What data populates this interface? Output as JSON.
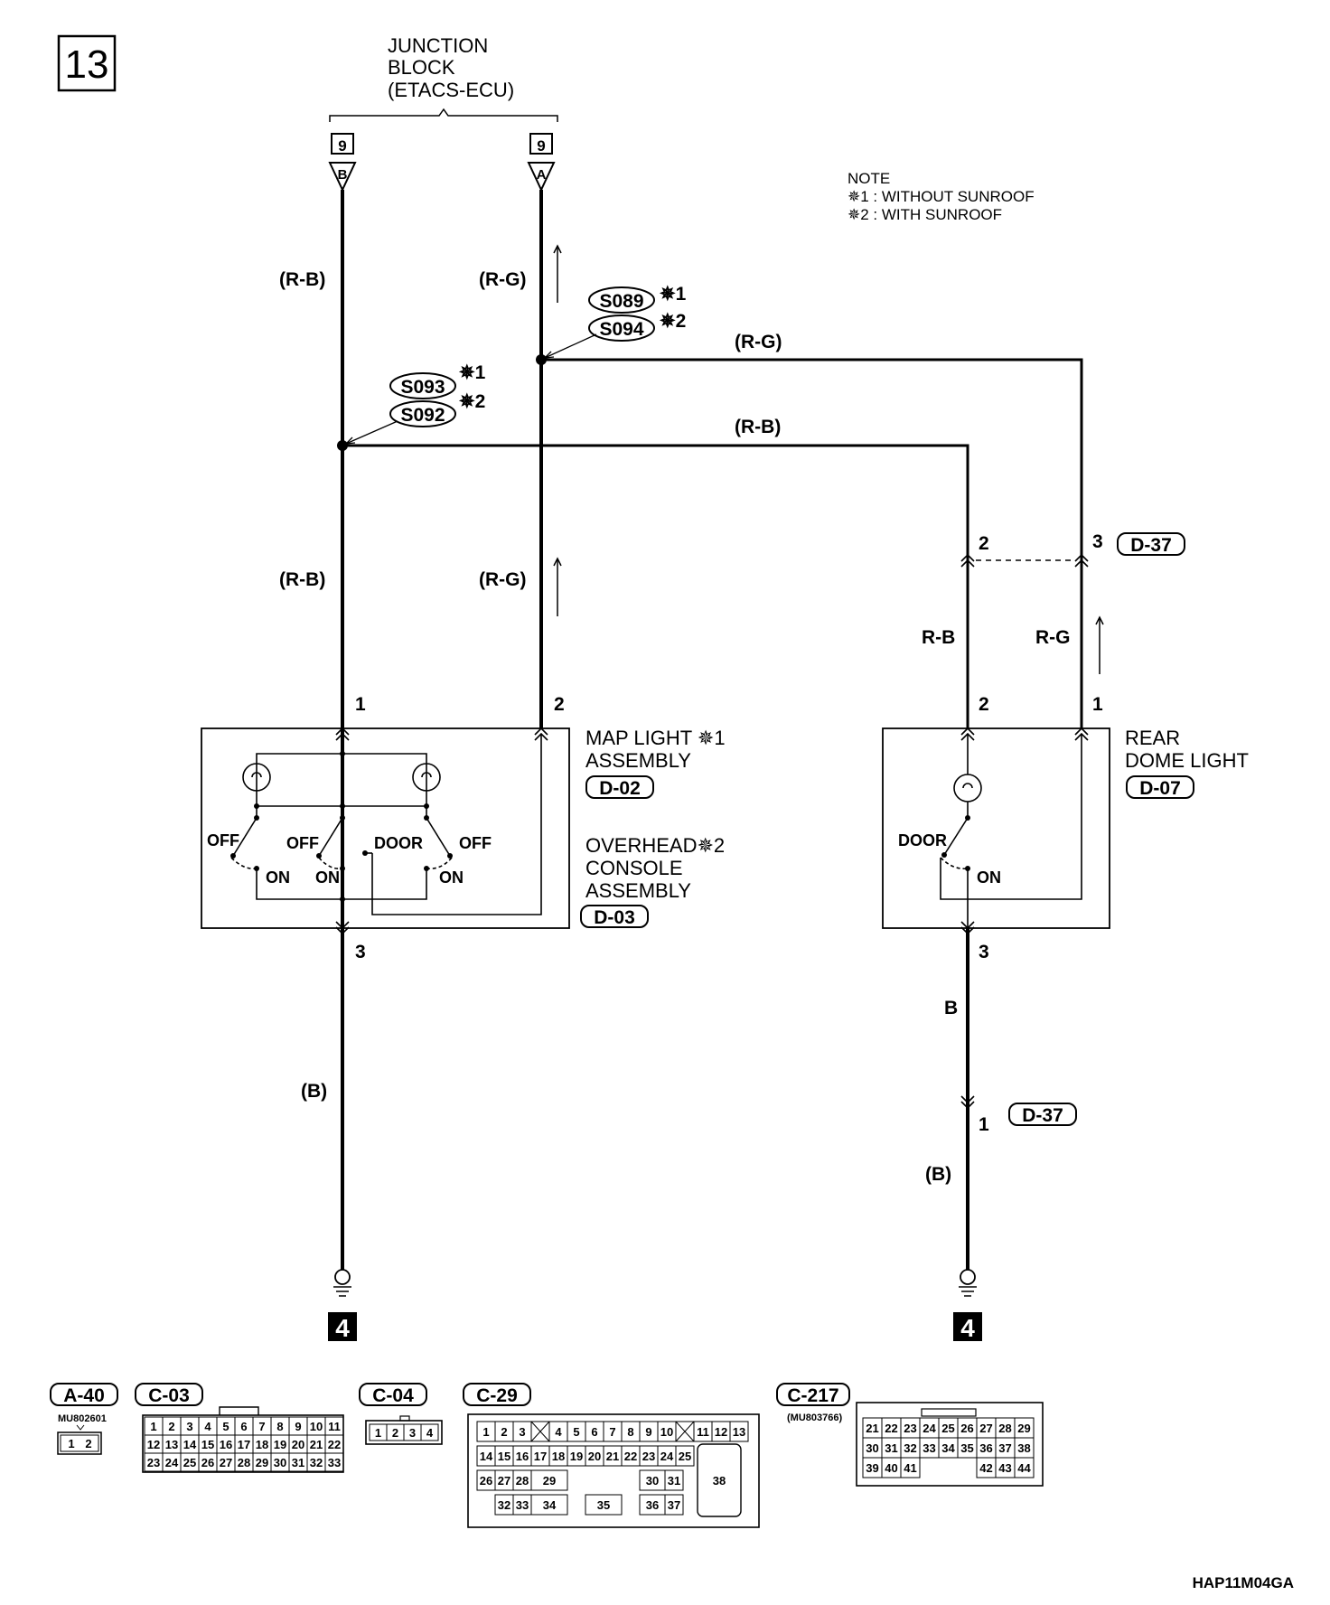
{
  "page_number": "13",
  "junction_block": {
    "line1": "JUNCTION",
    "line2": "BLOCK",
    "line3": "(ETACS-ECU)"
  },
  "jb_terminals": [
    {
      "number": "9",
      "letter": "B"
    },
    {
      "number": "9",
      "letter": "A"
    }
  ],
  "note": {
    "title": "NOTE",
    "n1": "✵1 : WITHOUT SUNROOF",
    "n2": "✵2 : WITH SUNROOF"
  },
  "splices": {
    "s089": "S089",
    "s094": "S094",
    "s093": "S093",
    "s092": "S092",
    "star1": "✵1",
    "star2": "✵2"
  },
  "wires": {
    "rb_paren": "(R-B)",
    "rg_paren": "(R-G)",
    "rb": "R-B",
    "rg": "R-G",
    "b": "B",
    "b_paren": "(B)"
  },
  "pins": {
    "p1": "1",
    "p2": "2",
    "p3": "3"
  },
  "map_light": {
    "line1": "MAP LIGHT ✵1",
    "line2": "ASSEMBLY",
    "conn": "D-02",
    "alt1": "OVERHEAD✵2",
    "alt2": "CONSOLE",
    "alt3": "ASSEMBLY",
    "alt_conn": "D-03"
  },
  "rear_dome": {
    "line1": "REAR",
    "line2": "DOME LIGHT",
    "conn": "D-07"
  },
  "d37": "D-37",
  "switch_labels": {
    "off": "OFF",
    "on": "ON",
    "door": "DOOR"
  },
  "ground_ref": "4",
  "connectors": {
    "a40": {
      "name": "A-40",
      "part": "MU802601",
      "pins": [
        "1",
        "2"
      ]
    },
    "c03": {
      "name": "C-03",
      "rows": [
        [
          "1",
          "2",
          "3",
          "4",
          "5",
          "6",
          "7",
          "8",
          "9",
          "10",
          "11"
        ],
        [
          "12",
          "13",
          "14",
          "15",
          "16",
          "17",
          "18",
          "19",
          "20",
          "21",
          "22"
        ],
        [
          "23",
          "24",
          "25",
          "26",
          "27",
          "28",
          "29",
          "30",
          "31",
          "32",
          "33"
        ]
      ]
    },
    "c04": {
      "name": "C-04",
      "pins": [
        "1",
        "2",
        "3",
        "4"
      ]
    },
    "c29": {
      "name": "C-29",
      "row1": [
        "1",
        "2",
        "3",
        "",
        "4",
        "5",
        "6",
        "7",
        "8",
        "9",
        "10",
        "",
        "11",
        "12",
        "13"
      ],
      "row2": [
        "14",
        "15",
        "16",
        "17",
        "18",
        "19",
        "20",
        "21",
        "22",
        "23",
        "24",
        "25"
      ],
      "row3a": [
        "26",
        "27",
        "28",
        "29"
      ],
      "row3b": [
        "30",
        "31"
      ],
      "row4a": [
        "32",
        "33",
        "34",
        "35"
      ],
      "row4b": [
        "36",
        "37"
      ],
      "big": "38"
    },
    "c217": {
      "name": "C-217",
      "part": "(MU803766)",
      "rows": [
        [
          "21",
          "22",
          "23",
          "24",
          "25",
          "26",
          "27",
          "28",
          "29"
        ],
        [
          "30",
          "31",
          "32",
          "33",
          "34",
          "35",
          "36",
          "37",
          "38"
        ],
        [
          "39",
          "40",
          "41",
          "",
          "",
          "",
          "42",
          "43",
          "44"
        ]
      ]
    }
  },
  "figure_code": "HAP11M04GA"
}
